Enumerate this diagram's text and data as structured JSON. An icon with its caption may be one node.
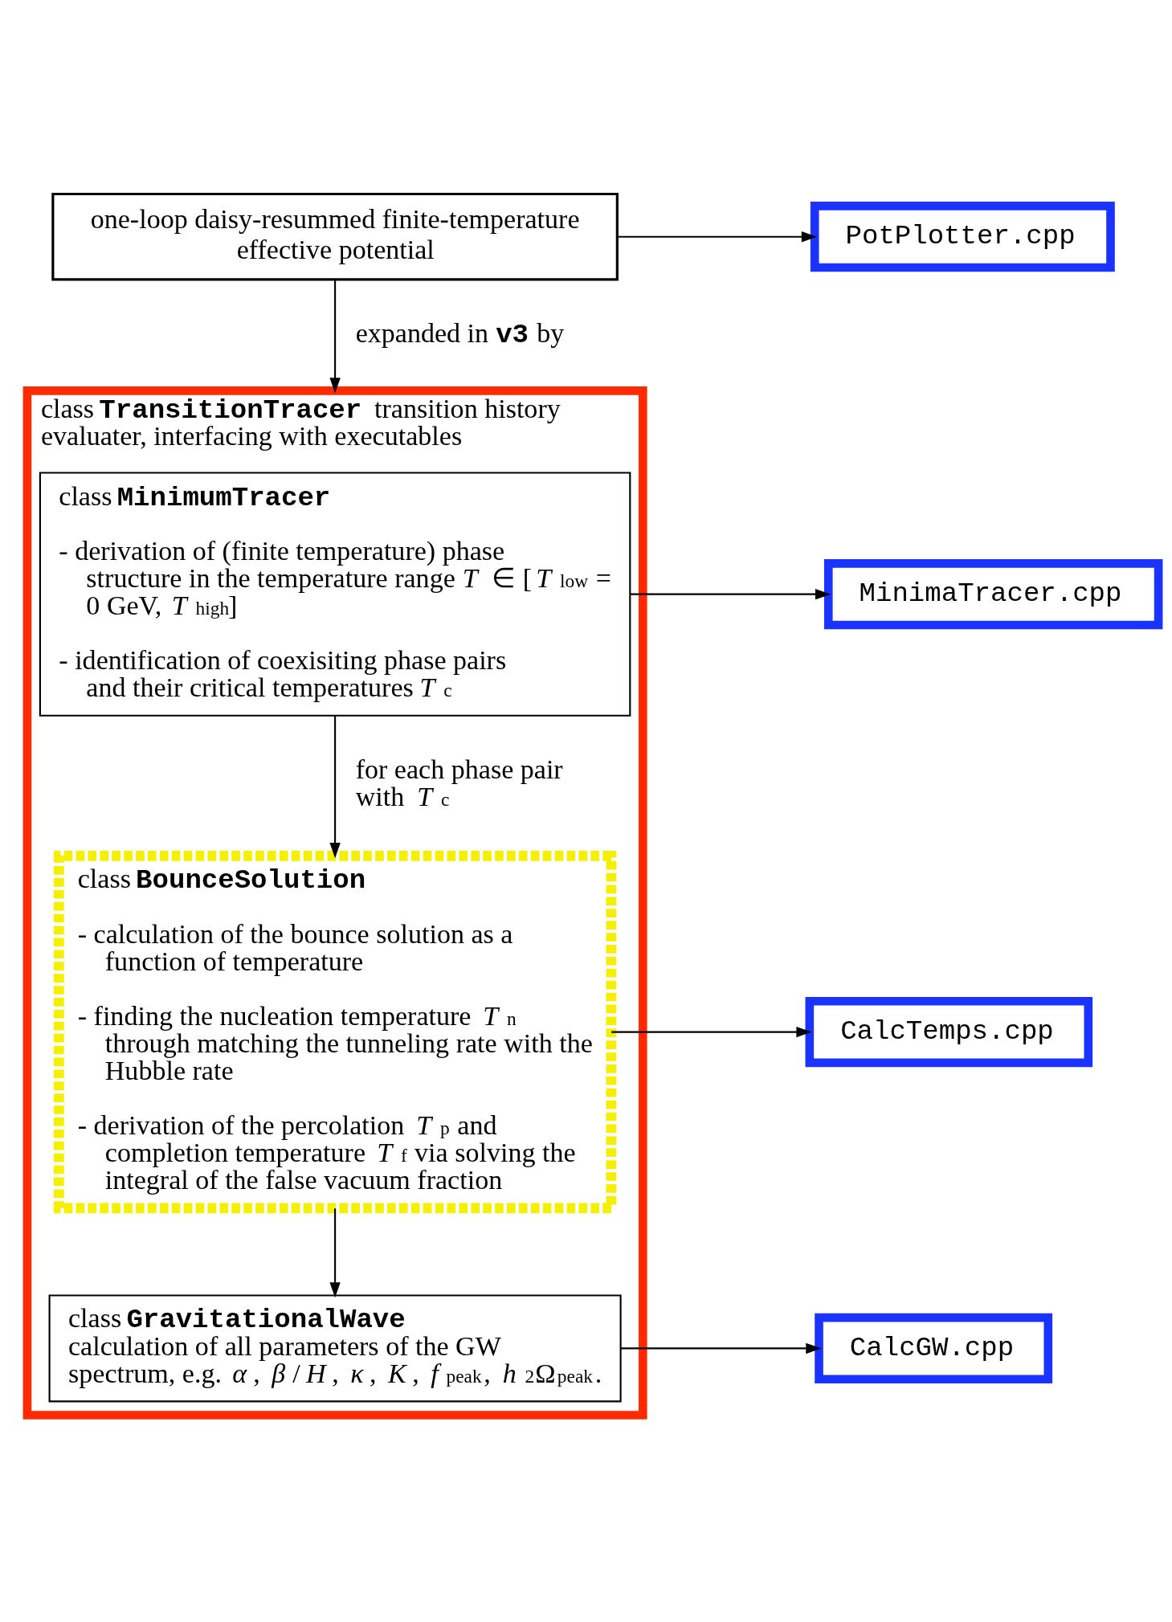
{
  "diagram": {
    "nodes": [
      {
        "text": [
          "one-loop daisy-resummed finite-temperature effective potential"
        ]
      },
      {
        "text": [
          "PotPlotter.cpp"
        ]
      },
      {
        "text": [
          "class **TransitionTracer** transition history evaluater, interfacing with executables"
        ]
      },
      {
        "text": [
          "class **MinimumTracer**",
          "- derivation of (finite temperature) phase structure in the temperature range *T* ∈ [*T*$_{low}$ = 0 GeV, *T*$_{high}$]",
          "- identification of coexisiting phase pairs and their critical temperatures *T*$_{c}$"
        ],
        "in": 2
      },
      {
        "text": [
          "MinimaTracer.cpp"
        ]
      },
      {
        "text": [
          "class **BounceSolution**",
          "- calculation of the bounce solution as a function of temperature",
          "- finding the nucleation temperature *T*$_{n}$ through matching the tunneling rate with the Hubble rate",
          "- derivation of the percolation *T*$_{p}$ and completion temperature *T*$_{f}$ via solving the integral of the false vacuum fraction"
        ],
        "in": 2
      },
      {
        "text": [
          "CalcTemps.cpp"
        ]
      },
      {
        "text": [
          "class **GravitationalWave**",
          "calculation of all parameters of the GW spectrum, e.g. *α*, *β*/*H*, *κ*, *K*, *f*$_{peak}$, *h*$^{2}$Ω$_{peak}$."
        ],
        "in": 2
      },
      {
        "text": [
          "CalcGW.cpp"
        ]
      }
    ],
    "edges": [
      {
        "from": 0,
        "to": 1,
        "arrow": "to"
      },
      {
        "from": 0,
        "to": 2,
        "arrow": "to",
        "label": "expanded in **v3** by"
      },
      {
        "from": 3,
        "to": 4,
        "arrow": "to"
      },
      {
        "from": 3,
        "to": 5,
        "arrow": "to",
        "label": "for each phase pair with *T*$_{c}$"
      },
      {
        "from": 5,
        "to": 6,
        "arrow": "to"
      },
      {
        "from": 5,
        "to": 7,
        "arrow": "to"
      },
      {
        "from": 7,
        "to": 8,
        "arrow": "to"
      }
    ]
  }
}
